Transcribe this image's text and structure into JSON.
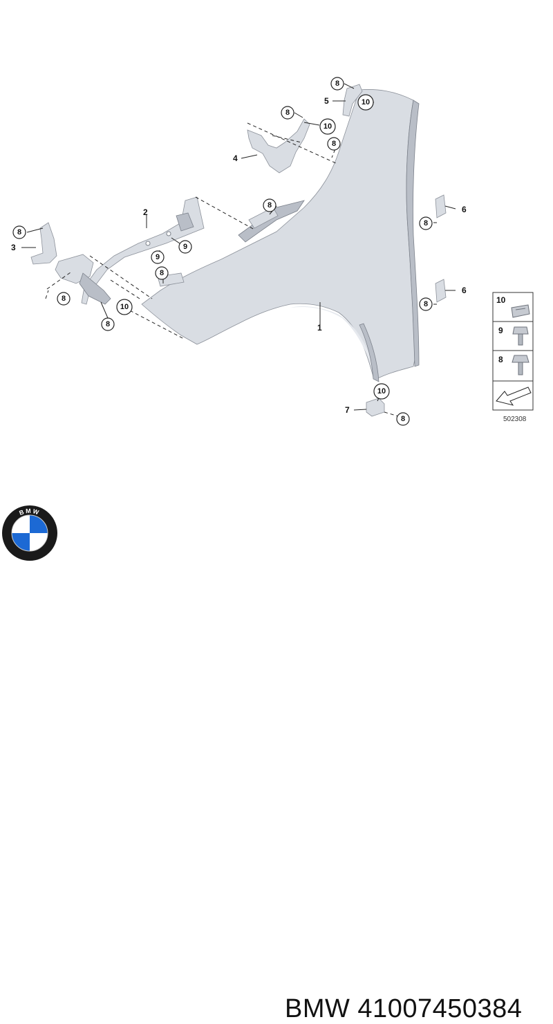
{
  "diagram": {
    "part_callouts": {
      "p1": "1",
      "p2": "2",
      "p3": "3",
      "p4": "4",
      "p5": "5",
      "p6a": "6",
      "p6b": "6",
      "p7": "7"
    },
    "screw_callouts": {
      "c8_top": "8",
      "c10_top": "10",
      "c8_hinge": "8",
      "c10_hinge": "10",
      "c8_clip": "8",
      "c8_mid": "8",
      "c9_a": "9",
      "c8_left_top": "8",
      "c9_b": "9",
      "c8_lower_mid": "8",
      "c8_left_bottom": "8",
      "c10_left": "10",
      "c8_left_low": "8",
      "c8_right_top": "8",
      "c8_right_bottom": "8",
      "c10_bottom": "10",
      "c8_bottom": "8"
    },
    "legend": {
      "item10": "10",
      "item9": "9",
      "item8": "8"
    },
    "diagram_code": "502308"
  },
  "brand": {
    "logo_text": "BMW",
    "caption": "BMW 41007450384"
  },
  "colors": {
    "part_fill": "#d9dde3",
    "line": "#222222",
    "logo_blue": "#1c69d4"
  }
}
